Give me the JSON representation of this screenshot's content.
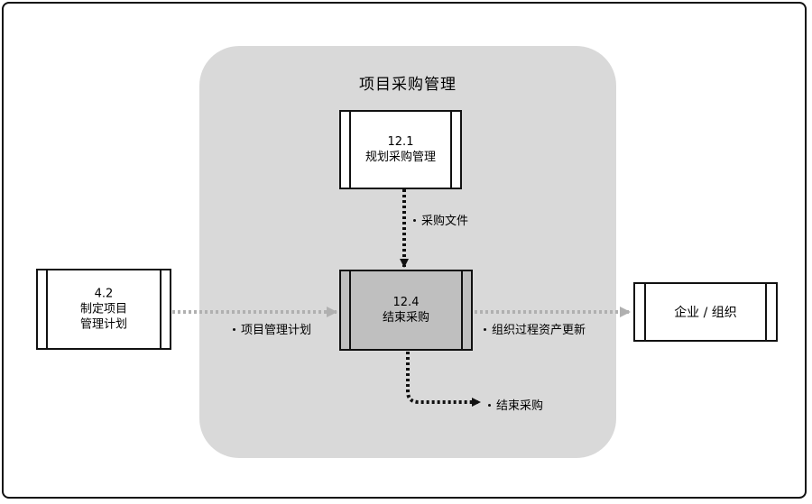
{
  "region": {
    "title": "项目采购管理"
  },
  "processes": {
    "p_12_1": {
      "number": "12.1",
      "name": "规划采购管理"
    },
    "p_12_4": {
      "number": "12.4",
      "name": "结束采购"
    },
    "p_4_2": {
      "number": "4.2",
      "line1": "制定项目",
      "line2": "管理计划"
    }
  },
  "store": {
    "label": "企业 / 组织"
  },
  "flows": {
    "procurement_docs": "采购文件",
    "pm_plan": "项目管理计划",
    "opa_updates": "组织过程资产更新",
    "closed_procurements": "结束采购"
  },
  "colors": {
    "region_bg": "#d9d9d9",
    "gray_box": "#bfbfbf",
    "dotted_gray": "#b0b0b0",
    "dotted_black": "#111111"
  }
}
